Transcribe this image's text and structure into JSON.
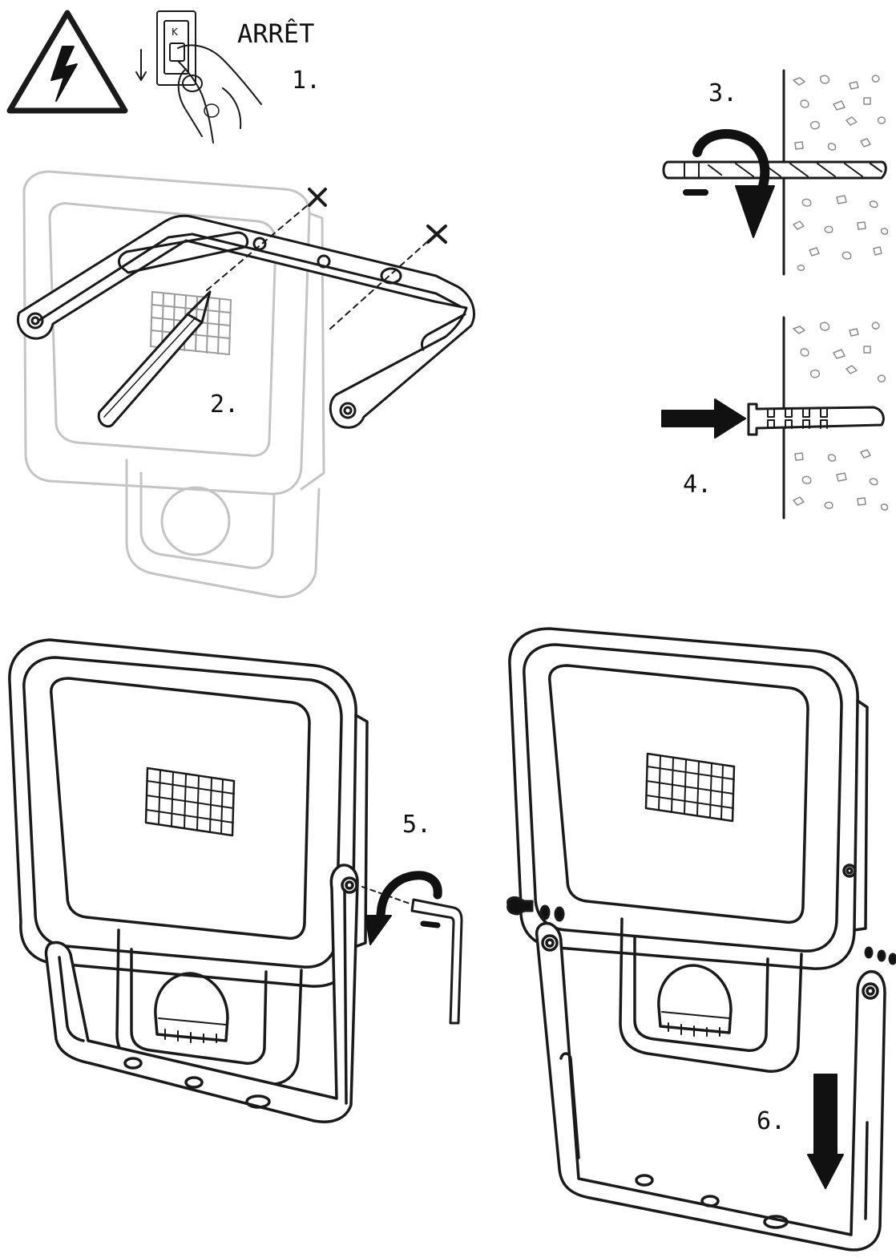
{
  "warning": {
    "off_label": "ARRÊT",
    "switch_letter": "K"
  },
  "steps": [
    {
      "label": "1."
    },
    {
      "label": "2."
    },
    {
      "label": "3."
    },
    {
      "label": "4."
    },
    {
      "label": "5."
    },
    {
      "label": "6."
    }
  ],
  "icons": [
    "electrical-hazard-icon",
    "wall-switch-icon",
    "pencil-icon",
    "drill-icon",
    "wall-plug-icon",
    "allen-key-icon"
  ]
}
